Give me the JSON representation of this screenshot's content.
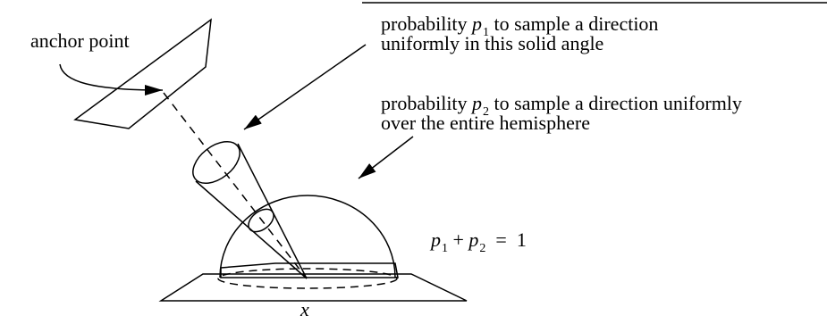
{
  "labels": {
    "anchor_point": "anchor point",
    "p1": {
      "word": "probability",
      "var": "p",
      "sub": "1",
      "rest_line1": "to sample a direction",
      "line2": "uniformly in this solid angle"
    },
    "p2": {
      "word": "probability",
      "var": "p",
      "sub": "2",
      "rest_line1": "to sample a direction uniformly",
      "line2": "over the entire hemisphere"
    },
    "equation": {
      "var_a": "p",
      "sub_a": "1",
      "plus": "+",
      "var_b": "p",
      "sub_b": "2",
      "equals": "=",
      "value": "1"
    },
    "point_x": "x"
  }
}
